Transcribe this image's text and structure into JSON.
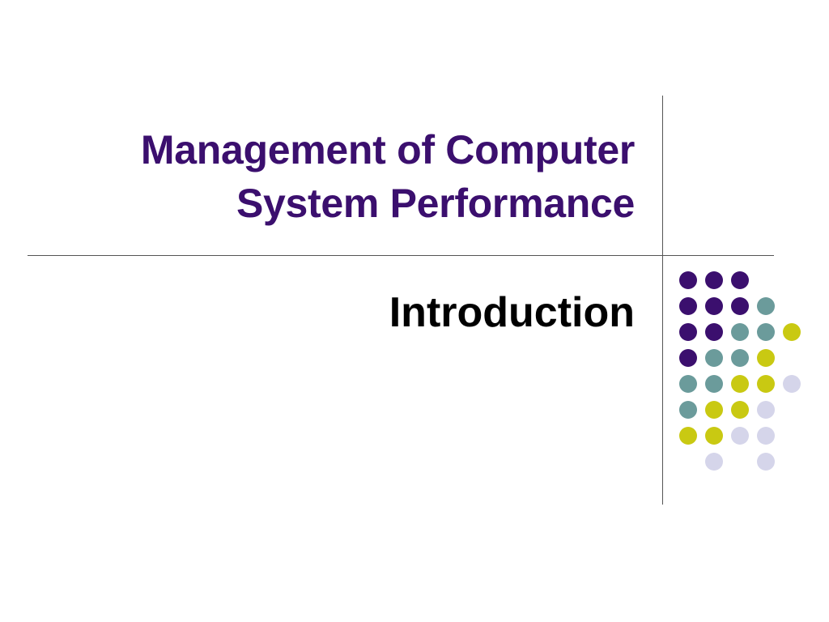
{
  "slide": {
    "title_lines": [
      "Management of Computer",
      "System Performance"
    ],
    "subtitle": "Introduction"
  },
  "colors": {
    "title": "#3b0f6e",
    "subtitle": "#000000",
    "rule": "#555555",
    "dot_purple": "#3b0f6e",
    "dot_teal": "#6b9b9b",
    "dot_olive": "#c9c912",
    "dot_lavender": "#d5d5ea"
  },
  "decoration": {
    "dot_pattern": [
      [
        "purple",
        "purple",
        "purple",
        null,
        null
      ],
      [
        "purple",
        "purple",
        "purple",
        "teal",
        null
      ],
      [
        "purple",
        "purple",
        "teal",
        "teal",
        "olive"
      ],
      [
        "purple",
        "teal",
        "teal",
        "olive",
        null
      ],
      [
        "teal",
        "teal",
        "olive",
        "olive",
        "lavender"
      ],
      [
        "teal",
        "olive",
        "olive",
        "lavender",
        null
      ],
      [
        "olive",
        "olive",
        "lavender",
        "lavender",
        null
      ],
      [
        null,
        "lavender",
        null,
        "lavender",
        null
      ]
    ]
  }
}
